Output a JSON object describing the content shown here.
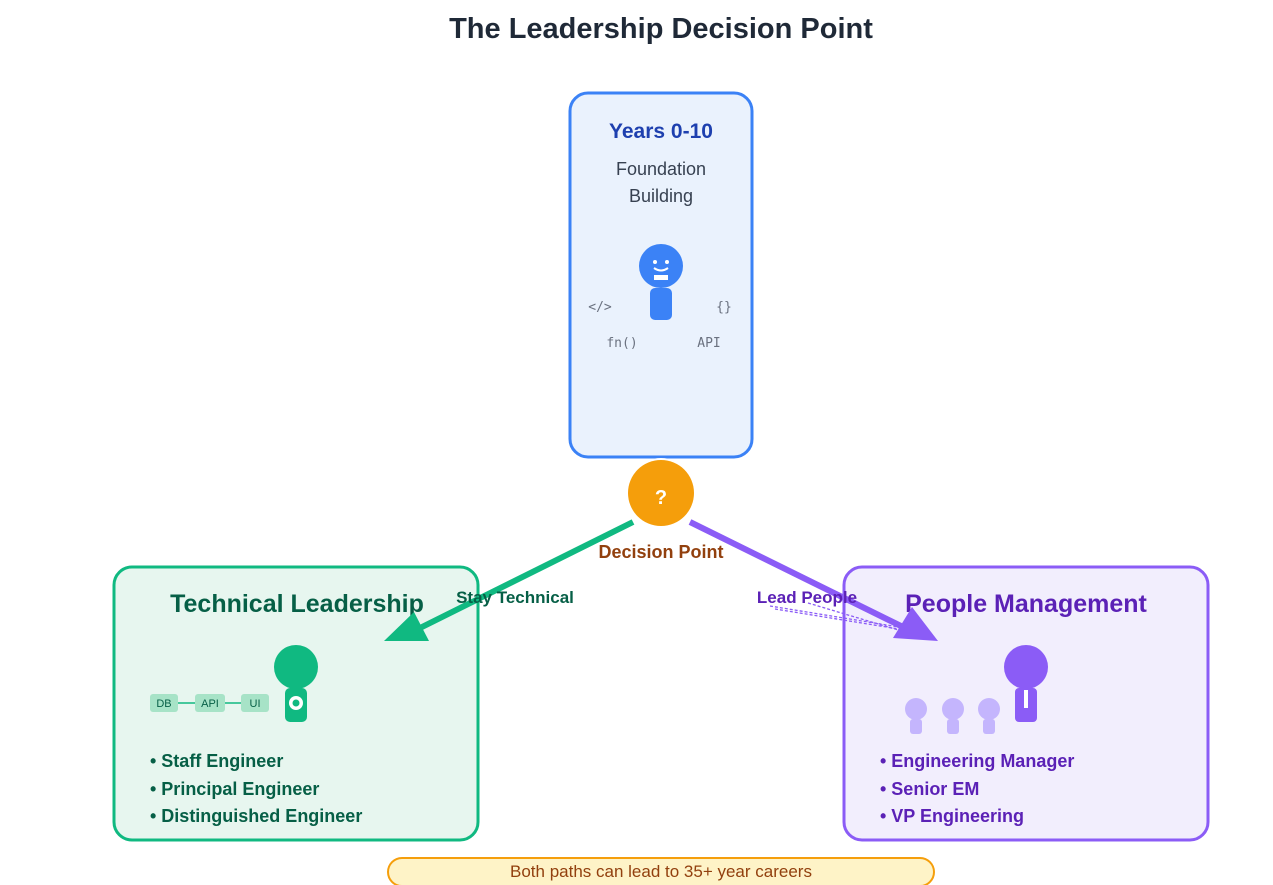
{
  "title": "The Leadership Decision Point",
  "foundation": {
    "heading": "Years 0-10",
    "line1": "Foundation",
    "line2": "Building",
    "symbols": [
      "</>",
      "{}",
      "fn()",
      "API"
    ],
    "color": "#3b82f6"
  },
  "decision": {
    "symbol": "?",
    "label": "Decision Point",
    "color": "#f59e0b"
  },
  "paths": {
    "left_label": "Stay Technical",
    "right_label": "Lead People"
  },
  "technical": {
    "heading": "Technical Leadership",
    "chips": [
      "DB",
      "API",
      "UI"
    ],
    "roles": [
      "• Staff Engineer",
      "• Principal Engineer",
      "• Distinguished Engineer"
    ],
    "color": "#10b981"
  },
  "people": {
    "heading": "People Management",
    "roles": [
      "• Engineering Manager",
      "• Senior EM",
      "• VP Engineering"
    ],
    "color": "#8b5cf6"
  },
  "footer": "Both paths can lead to 35+ year careers"
}
